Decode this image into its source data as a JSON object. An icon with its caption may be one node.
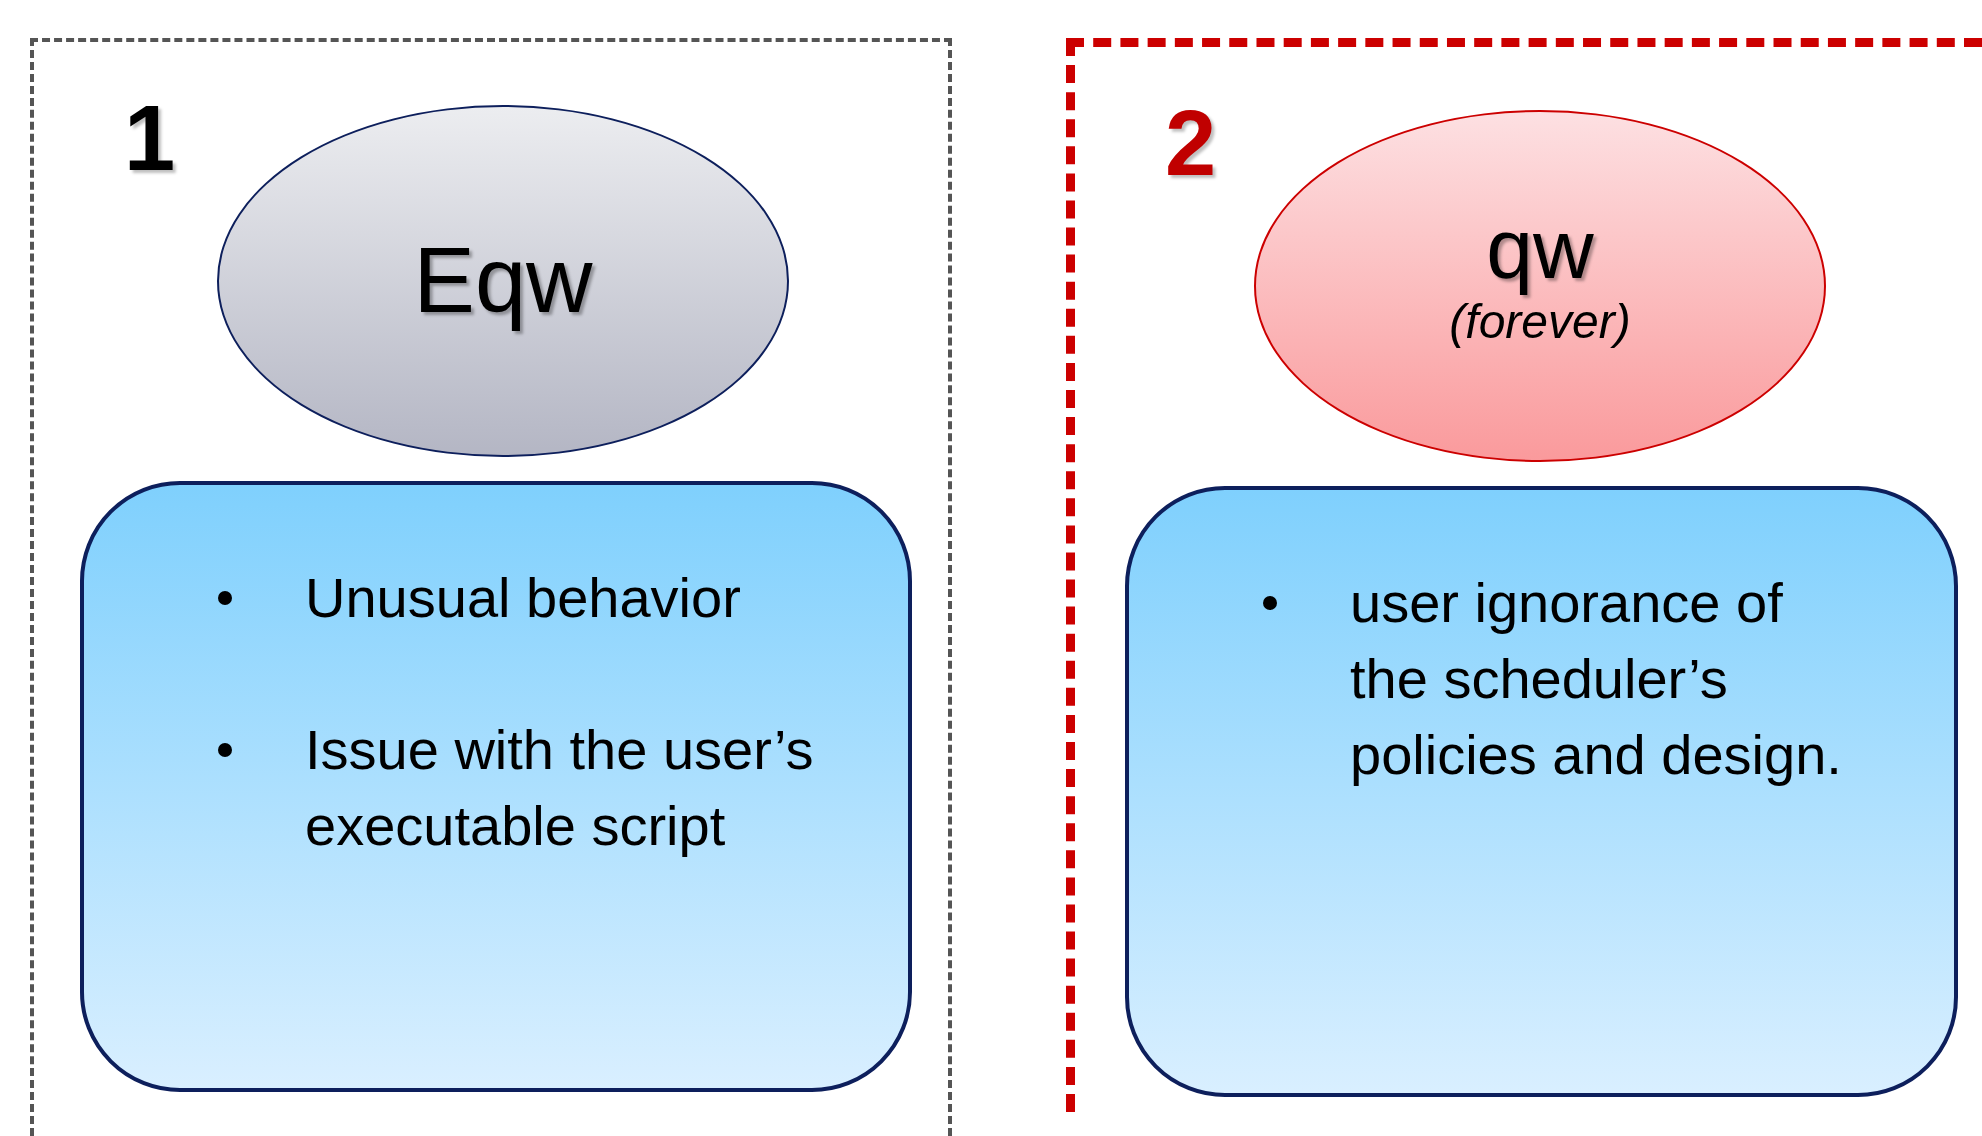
{
  "diagram": {
    "nodes": [
      {
        "text": [
          "1"
        ]
      },
      {
        "text": [
          "Eqw"
        ],
        "in": 0
      },
      {
        "text": [
          "Unusual behavior",
          "Issue with the user’s executable script"
        ],
        "in": 0
      },
      {
        "text": [
          "2"
        ]
      },
      {
        "text": [
          "qw",
          "(forever)"
        ],
        "in": 3
      },
      {
        "text": [
          "user ignorance of the scheduler’s policies and design."
        ],
        "in": 3
      }
    ]
  }
}
